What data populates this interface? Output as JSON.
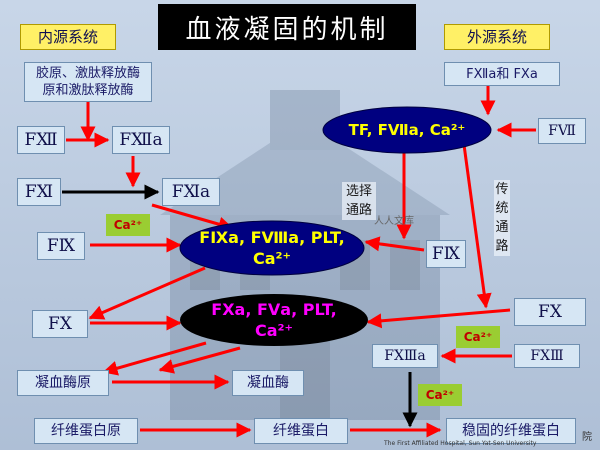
{
  "title": "血液凝固的机制",
  "intrinsic": {
    "header": "内源系统",
    "activators": "胶原、激肽释放酶 原和激肽释放酶",
    "f12": "FⅫ",
    "f12a": "FⅫa",
    "f11": "FⅪ",
    "f11a": "FⅪa",
    "f9": "FⅨ"
  },
  "extrinsic": {
    "header": "外源系统",
    "activators": "FⅫa和 FⅩa",
    "f7": "FⅦ",
    "tf_complex": "TF, FⅦa, Ca²⁺",
    "select_path": "选择通路",
    "trans_path": "传统通路",
    "f9_right": "FⅨ"
  },
  "complexes": {
    "tenase": "FⅨa, FⅧa, PLT, Ca²⁺",
    "prothrombinase": "FⅩa, FⅤa, PLT, Ca²⁺"
  },
  "factors": {
    "f10_left": "FⅩ",
    "f10_right": "FⅩ",
    "f13": "FⅩⅢ",
    "f13a": "FⅩⅢa"
  },
  "ca_badge": "Ca²⁺",
  "products": {
    "prothrombin": "凝血酶原",
    "thrombin": "凝血酶",
    "fibrinogen": "纤维蛋白原",
    "fibrin": "纤维蛋白",
    "stable_fibrin": "稳固的纤维蛋白"
  },
  "watermark": {
    "site": "人人文库",
    "hospital": "The First Affiliated Hospital, Sun Yat-Sen University",
    "side": "院"
  },
  "colors": {
    "title_bg": "#000000",
    "header_bg": "#fff066",
    "box_bg": "#d6e6f4",
    "arrow_red": "#ff0000",
    "arrow_black": "#000000",
    "ellipse_navy": "#000080",
    "ellipse_black": "#000000",
    "ca_badge_bg": "#9acd32",
    "ca_badge_text": "#c00000",
    "tf_text": "#ffff00",
    "tenase_text": "#ffff00",
    "prothrombinase_text": "#ff00ff"
  }
}
